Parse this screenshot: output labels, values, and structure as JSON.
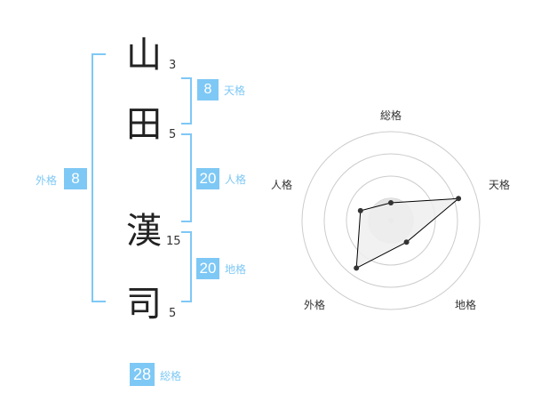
{
  "name": {
    "chars": [
      {
        "char": "山",
        "strokes": "3"
      },
      {
        "char": "田",
        "strokes": "5"
      },
      {
        "char": "漢",
        "strokes": "15"
      },
      {
        "char": "司",
        "strokes": "5"
      }
    ]
  },
  "fortune": {
    "tenkaku": {
      "value": "8",
      "label": "天格"
    },
    "jinkaku": {
      "value": "20",
      "label": "人格"
    },
    "chikaku": {
      "value": "20",
      "label": "地格"
    },
    "gaikaku": {
      "value": "8",
      "label": "外格"
    },
    "soukaku": {
      "value": "28",
      "label": "総格"
    }
  },
  "chart_data": {
    "type": "radar",
    "axes": [
      "総格",
      "天格",
      "地格",
      "外格",
      "人格"
    ],
    "values": [
      0.2,
      0.8,
      0.3,
      0.66,
      0.36
    ],
    "range": [
      0,
      1
    ],
    "rings": 4,
    "colors": {
      "fill": "#eeeeee",
      "line": "#000000",
      "grid": "#cccccc",
      "center": "#cccccc"
    }
  },
  "colors": {
    "accent": "#7ec8f5",
    "text": "#222222"
  }
}
